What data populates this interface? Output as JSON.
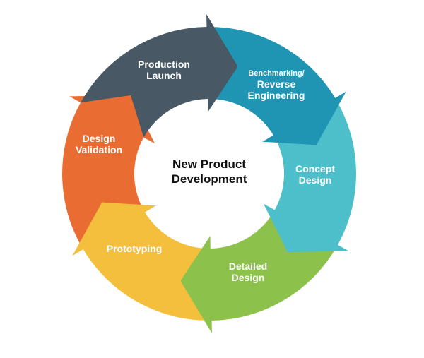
{
  "title": "New Product Development",
  "center_line1": "New Product",
  "center_line2": "Development",
  "stages": [
    {
      "line1": "Production",
      "line2": "Launch",
      "color": "#485864"
    },
    {
      "line1": "Benchmarking/",
      "line2": "Reverse",
      "line3": "Engineering",
      "color": "#1f94b3"
    },
    {
      "line1": "Concept",
      "line2": "Design",
      "color": "#4cbfca"
    },
    {
      "line1": "Detailed",
      "line2": "Design",
      "color": "#8cc24b"
    },
    {
      "line1": "Prototyping",
      "color": "#f4bf3c"
    },
    {
      "line1": "Design",
      "line2": "Validation",
      "color": "#e96d33"
    }
  ]
}
